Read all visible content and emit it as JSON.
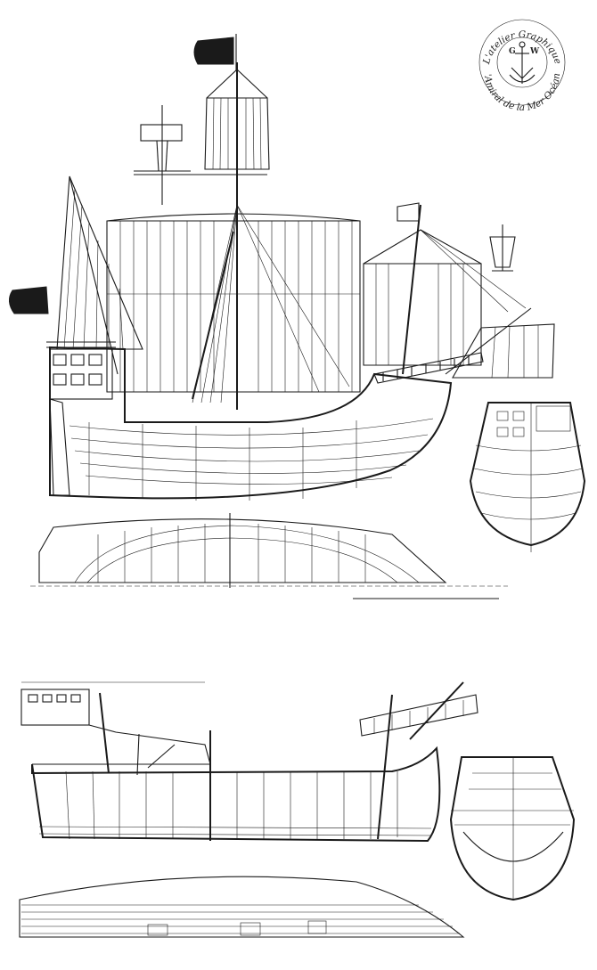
{
  "seal": {
    "top_text": "L'atelier Graphique",
    "bottom_text": "L'Amiral de la Mer Océane",
    "initials": [
      "G",
      "W"
    ],
    "emblem": "anchor-icon"
  },
  "colors": {
    "ink": "#1a1a1a",
    "paper": "#ffffff"
  }
}
